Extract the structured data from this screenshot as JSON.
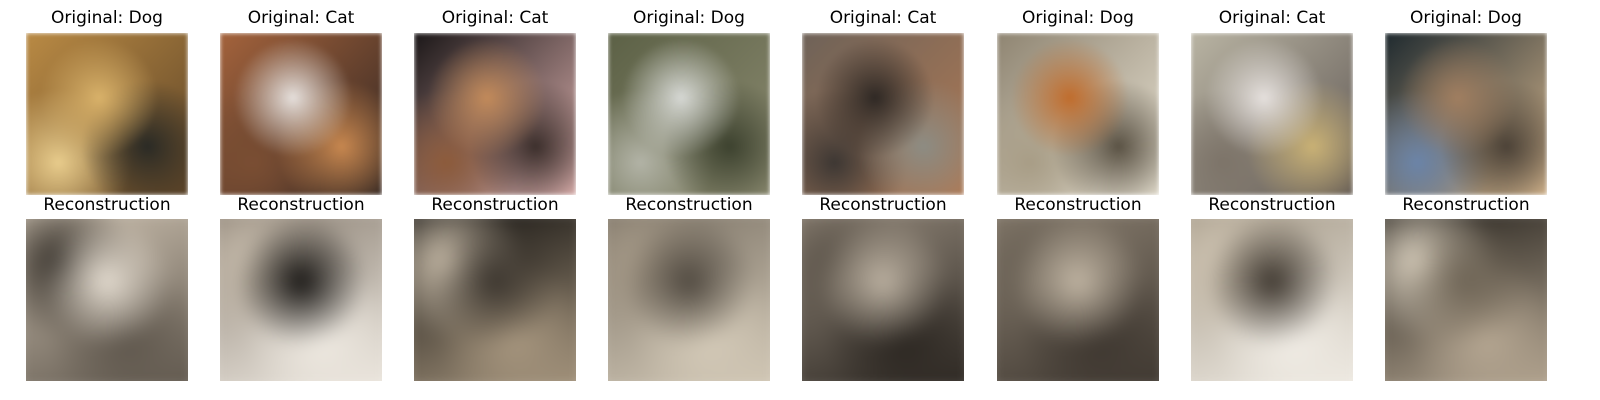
{
  "labels": {
    "original_prefix": "Original: ",
    "reconstruction": "Reconstruction"
  },
  "samples": [
    {
      "class": "Dog",
      "orig": "Original: Dog",
      "recon": "Reconstruction",
      "orig_colors": [
        "#b98a44",
        "#d9b26a",
        "#5e4427",
        "#2a2a25",
        "#e8cc8c"
      ],
      "recon_colors": [
        "#cfc3b2",
        "#5d554b",
        "#e6ded2",
        "#2f2a24"
      ]
    },
    {
      "class": "Cat",
      "orig": "Original: Cat",
      "recon": "Reconstruction",
      "orig_colors": [
        "#a4633c",
        "#e6e0dc",
        "#2e2421",
        "#c7874f",
        "#7a4e33"
      ],
      "recon_colors": [
        "#8b8073",
        "#f0ebe3",
        "#141210",
        "#c8bdad"
      ]
    },
    {
      "class": "Cat",
      "orig": "Original: Cat",
      "recon": "Reconstruction",
      "orig_colors": [
        "#1b1718",
        "#c28a5a",
        "#e3b6b3",
        "#3c2f2c",
        "#8d5b3b"
      ],
      "recon_colors": [
        "#0c0b0a",
        "#a99880",
        "#3a342d",
        "#d5c8b4"
      ]
    },
    {
      "class": "Dog",
      "orig": "Original: Dog",
      "recon": "Reconstruction",
      "orig_colors": [
        "#5c6146",
        "#d6d8d4",
        "#8c8b71",
        "#3d422f",
        "#b2b3a6"
      ],
      "recon_colors": [
        "#7a7164",
        "#d5cbb9",
        "#4e473e",
        "#a69a88"
      ]
    },
    {
      "class": "Cat",
      "orig": "Original: Cat",
      "recon": "Reconstruction",
      "orig_colors": [
        "#6e6258",
        "#2e2824",
        "#b07a55",
        "#8d8c83",
        "#3d3733"
      ],
      "recon_colors": [
        "#958a7c",
        "#2a2520",
        "#bdb2a2",
        "#5b5349"
      ]
    },
    {
      "class": "Dog",
      "orig": "Original: Dog",
      "recon": "Reconstruction",
      "orig_colors": [
        "#8f8572",
        "#c06c2c",
        "#e9e3d4",
        "#5a5244",
        "#a89d86"
      ],
      "recon_colors": [
        "#8c8172",
        "#3d362f",
        "#c2b6a4",
        "#6b6256"
      ]
    },
    {
      "class": "Cat",
      "orig": "Original: Cat",
      "recon": "Reconstruction",
      "orig_colors": [
        "#b9b4a3",
        "#e5e0dd",
        "#5f5753",
        "#c9b175",
        "#7d7469"
      ],
      "recon_colors": [
        "#a39886",
        "#f2eee7",
        "#3b342c",
        "#cfc4b2"
      ]
    },
    {
      "class": "Dog",
      "orig": "Original: Dog",
      "recon": "Reconstruction",
      "orig_colors": [
        "#1f2a2f",
        "#a07e60",
        "#d9b990",
        "#4c4237",
        "#6b84a8"
      ],
      "recon_colors": [
        "#1d1a16",
        "#b8a994",
        "#6e6455",
        "#e4dac8"
      ]
    }
  ]
}
